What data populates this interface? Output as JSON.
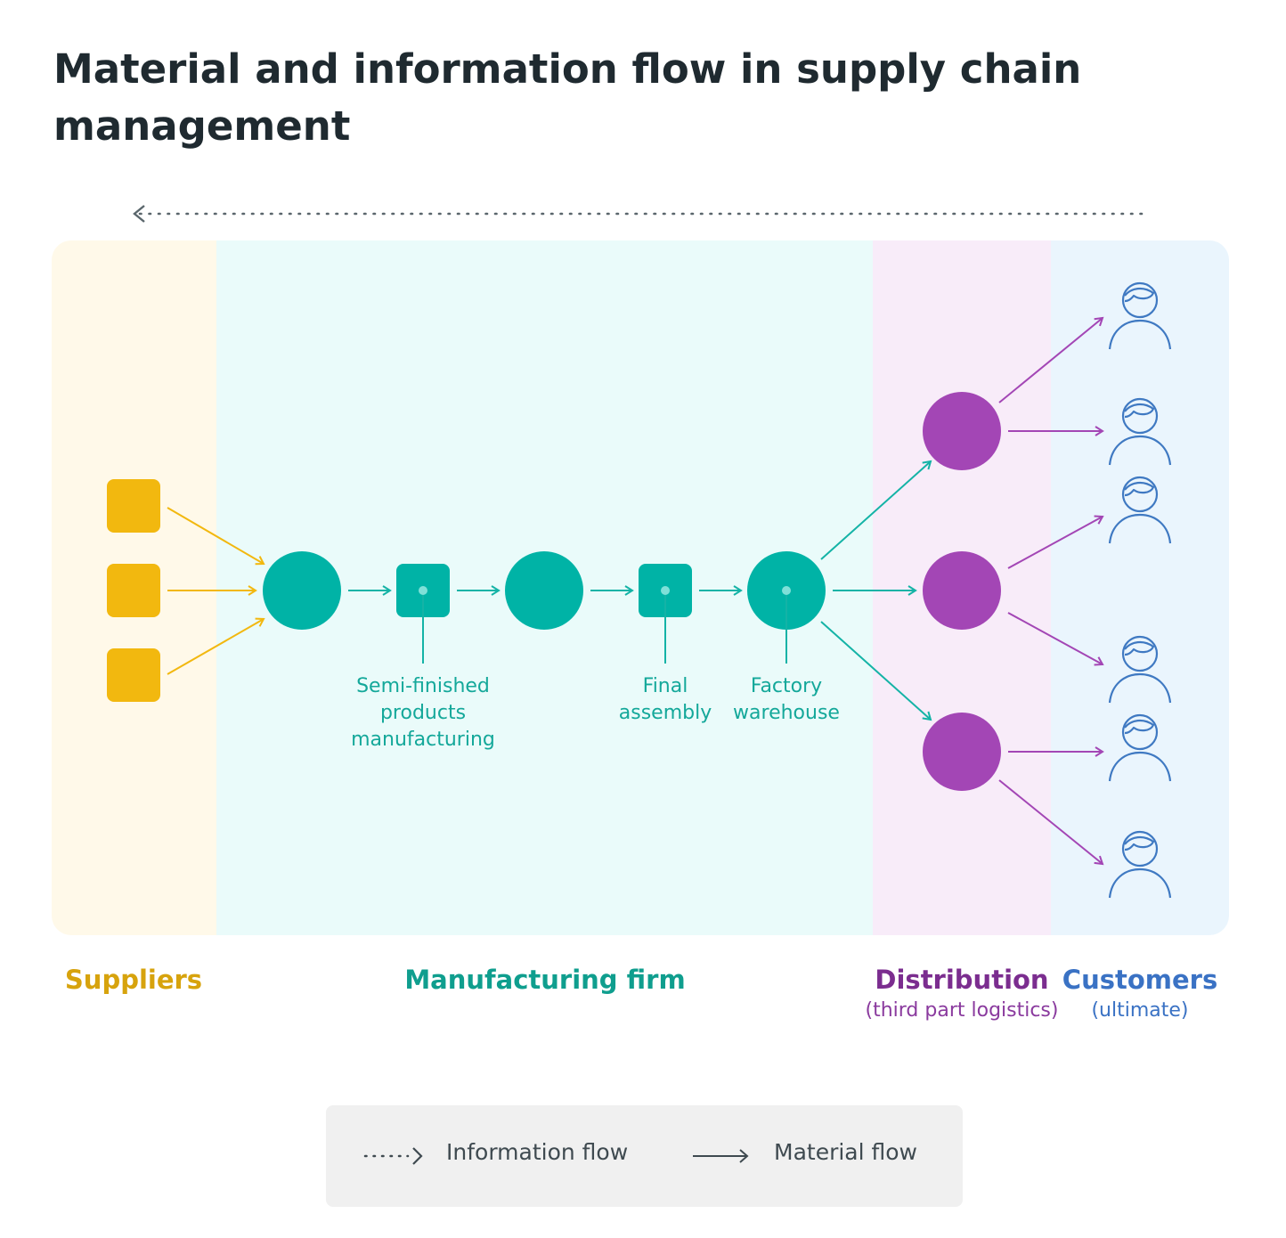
{
  "title": "Material and information flow in supply chain management",
  "colors": {
    "supplier": "#f2b80f",
    "manufacturing": "#00b3a6",
    "distribution": "#a346b5",
    "customer": "#3f79c2",
    "supplier_label": "#d7a30d",
    "manufacturing_label": "#0f9e8e",
    "distribution_label": "#7b2d8f",
    "customer_label": "#3a72c4",
    "info_flow": "#5a666c"
  },
  "zones": {
    "suppliers": {
      "name": "Suppliers"
    },
    "manufacturing": {
      "name": "Manufacturing firm"
    },
    "distribution": {
      "name": "Distribution",
      "sub": "(third part logistics)"
    },
    "customers": {
      "name": "Customers",
      "sub": "(ultimate)"
    }
  },
  "steps": {
    "semi_finished": "Semi-finished\nproducts\nmanufacturing",
    "final_assembly": "Final\nassembly",
    "factory_warehouse": "Factory\nwarehouse"
  },
  "legend": {
    "information_flow": "Information flow",
    "material_flow": "Material flow"
  }
}
